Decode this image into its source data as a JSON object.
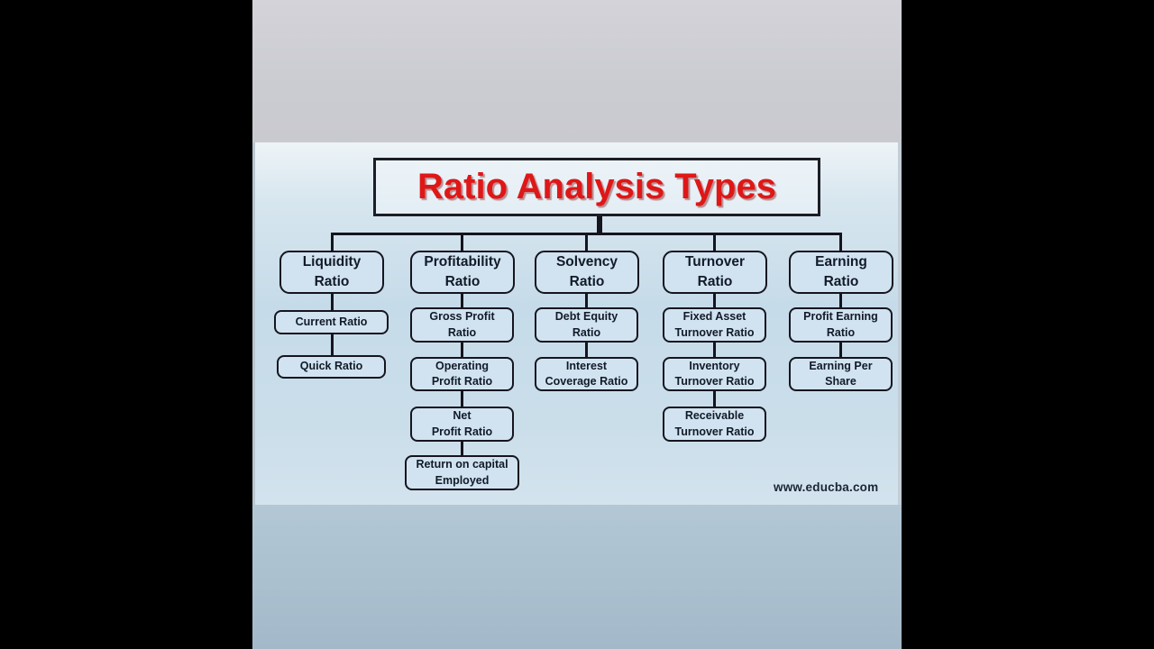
{
  "diagram": {
    "title": "Ratio Analysis Types",
    "watermark": "www.educba.com",
    "colors": {
      "title_red": "#df1717",
      "box_fill": "#d1e3f0",
      "box_border": "#15151f",
      "text_dark": "#121a28",
      "letterbox_black": "#000000"
    },
    "branches": [
      {
        "header": "Liquidity\nRatio",
        "children": [
          "Current Ratio",
          "Quick Ratio"
        ]
      },
      {
        "header": "Profitability\nRatio",
        "children": [
          "Gross Profit\nRatio",
          "Operating\nProfit Ratio",
          "Net\nProfit Ratio",
          "Return on capital\nEmployed"
        ]
      },
      {
        "header": "Solvency\nRatio",
        "children": [
          "Debt Equity\nRatio",
          "Interest\nCoverage Ratio"
        ]
      },
      {
        "header": "Turnover\nRatio",
        "children": [
          "Fixed Asset\nTurnover Ratio",
          "Inventory\nTurnover Ratio",
          "Receivable\nTurnover Ratio"
        ]
      },
      {
        "header": "Earning\nRatio",
        "children": [
          "Profit Earning\nRatio",
          "Earning Per\nShare"
        ]
      }
    ]
  }
}
